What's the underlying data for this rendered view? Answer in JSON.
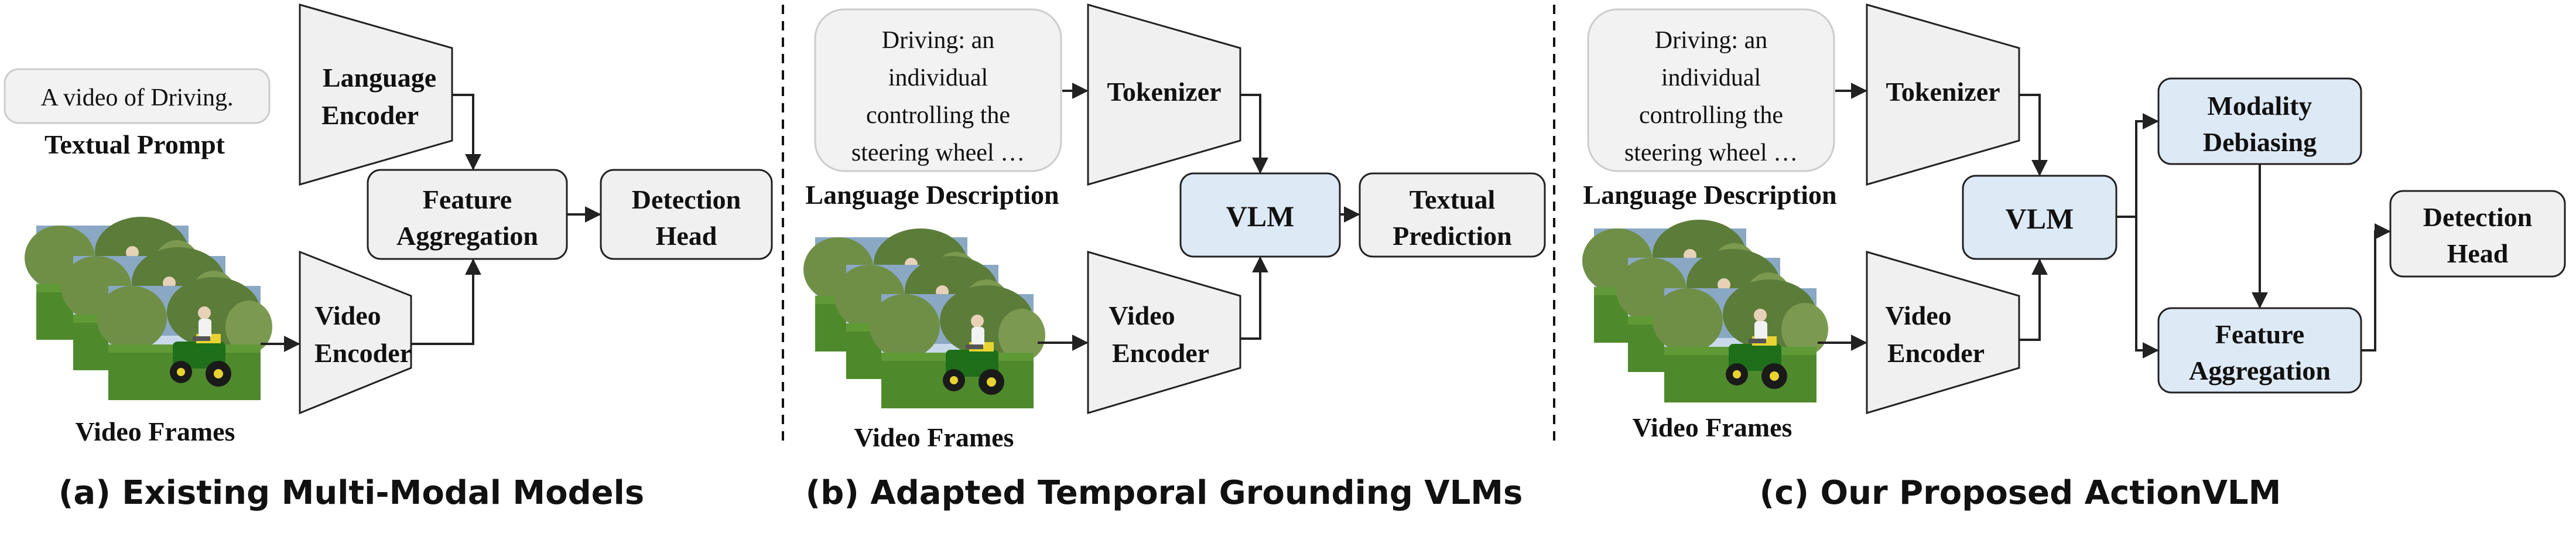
{
  "panels": {
    "a": {
      "caption": "(a) Existing Multi-Modal Models",
      "prompt_text": "A video of Driving.",
      "prompt_label": "Textual Prompt",
      "language_encoder": [
        "Language",
        "Encoder"
      ],
      "feature_aggregation": [
        "Feature",
        "Aggregation"
      ],
      "detection_head": [
        "Detection",
        "Head"
      ],
      "video_encoder": [
        "Video",
        "Encoder"
      ],
      "frames_label": "Video Frames"
    },
    "b": {
      "caption": "(b) Adapted Temporal Grounding VLMs",
      "description_lines": [
        "Driving: an",
        "individual",
        "controlling the",
        "steering wheel …"
      ],
      "description_label": "Language Description",
      "tokenizer": "Tokenizer",
      "vlm": "VLM",
      "textual_prediction": [
        "Textual",
        "Prediction"
      ],
      "video_encoder": [
        "Video",
        "Encoder"
      ],
      "frames_label": "Video Frames"
    },
    "c": {
      "caption": "(c) Our Proposed ActionVLM",
      "description_lines": [
        "Driving: an",
        "individual",
        "controlling the",
        "steering wheel …"
      ],
      "description_label": "Language Description",
      "tokenizer": "Tokenizer",
      "vlm": "VLM",
      "modality_debiasing": [
        "Modality",
        "Debiasing"
      ],
      "feature_aggregation": [
        "Feature",
        "Aggregation"
      ],
      "detection_head": [
        "Detection",
        "Head"
      ],
      "video_encoder": [
        "Video",
        "Encoder"
      ],
      "frames_label": "Video Frames"
    }
  },
  "colors": {
    "box_gray": "#f0f0f0",
    "box_blue": "#dde9f5",
    "prompt_box": "#f2f2f2",
    "stroke": "#222222",
    "prompt_stroke": "#cccccc",
    "sky": "#c9d9ea",
    "grass": "#4e8a2c",
    "tree": "#6f8f47",
    "mower": "#1f6e1a",
    "mower_seat": "#e8d431"
  }
}
